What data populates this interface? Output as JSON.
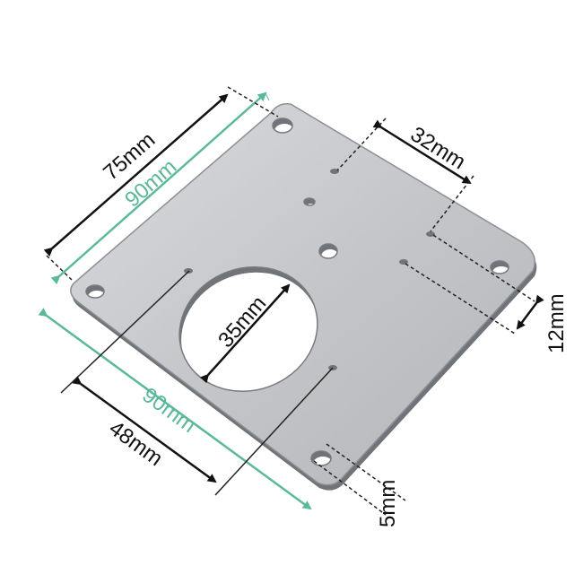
{
  "product": {
    "material_color": "#c9cbce",
    "edge_color": "#6d7074"
  },
  "dimensions": {
    "width_total": {
      "label": "90mm",
      "color": "#5bb89a"
    },
    "height_total": {
      "label": "90mm",
      "color": "#5bb89a"
    },
    "width_inner": {
      "label": "75mm",
      "color": "#111111"
    },
    "hole_spacing_top": {
      "label": "32mm",
      "color": "#111111"
    },
    "hole_spacing_side": {
      "label": "12mm",
      "color": "#111111"
    },
    "large_hole_diameter": {
      "label": "35mm",
      "color": "#111111"
    },
    "slot_spacing": {
      "label": "48mm",
      "color": "#111111"
    },
    "corner_offset": {
      "label": "5mm",
      "color": "#111111"
    }
  }
}
